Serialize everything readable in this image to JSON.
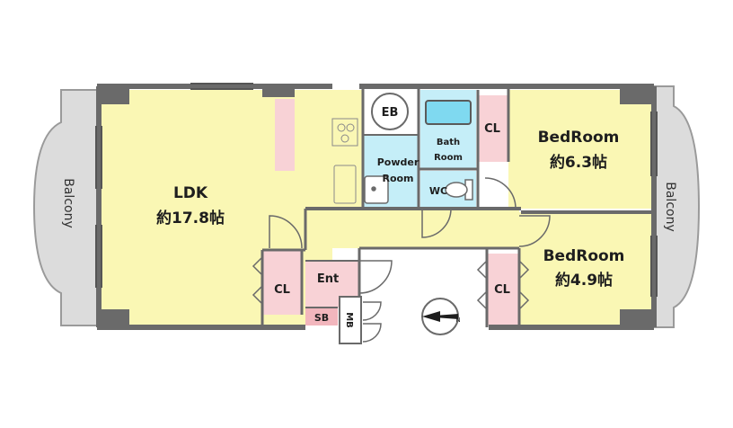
{
  "colors": {
    "living": "#faf7b4",
    "wet": "#c5eef8",
    "closet": "#f8d2d6",
    "entrance_shoe": "#f2b6bd",
    "balcony": "#dcdcdc",
    "wall": "#6a6a6a"
  },
  "rooms": {
    "ldk": {
      "name": "LDK",
      "size": "約17.8帖"
    },
    "bedroom1": {
      "name": "BedRoom",
      "size": "約6.3帖"
    },
    "bedroom2": {
      "name": "BedRoom",
      "size": "約4.9帖"
    },
    "bath": {
      "line1": "Bath",
      "line2": "Room"
    },
    "powder": {
      "line1": "Powder",
      "line2": "Room"
    },
    "wc": "WC",
    "eb": "EB",
    "entrance": "Ent",
    "shoe_box": "SB",
    "meter_box": "MB",
    "closet_ldk": "CL",
    "closet_bed1": "CL",
    "closet_bed2": "CL"
  },
  "balcony_left": "Balcony",
  "balcony_right": "Balcony",
  "compass": {
    "north_label": "N",
    "icon": "compass-icon"
  }
}
